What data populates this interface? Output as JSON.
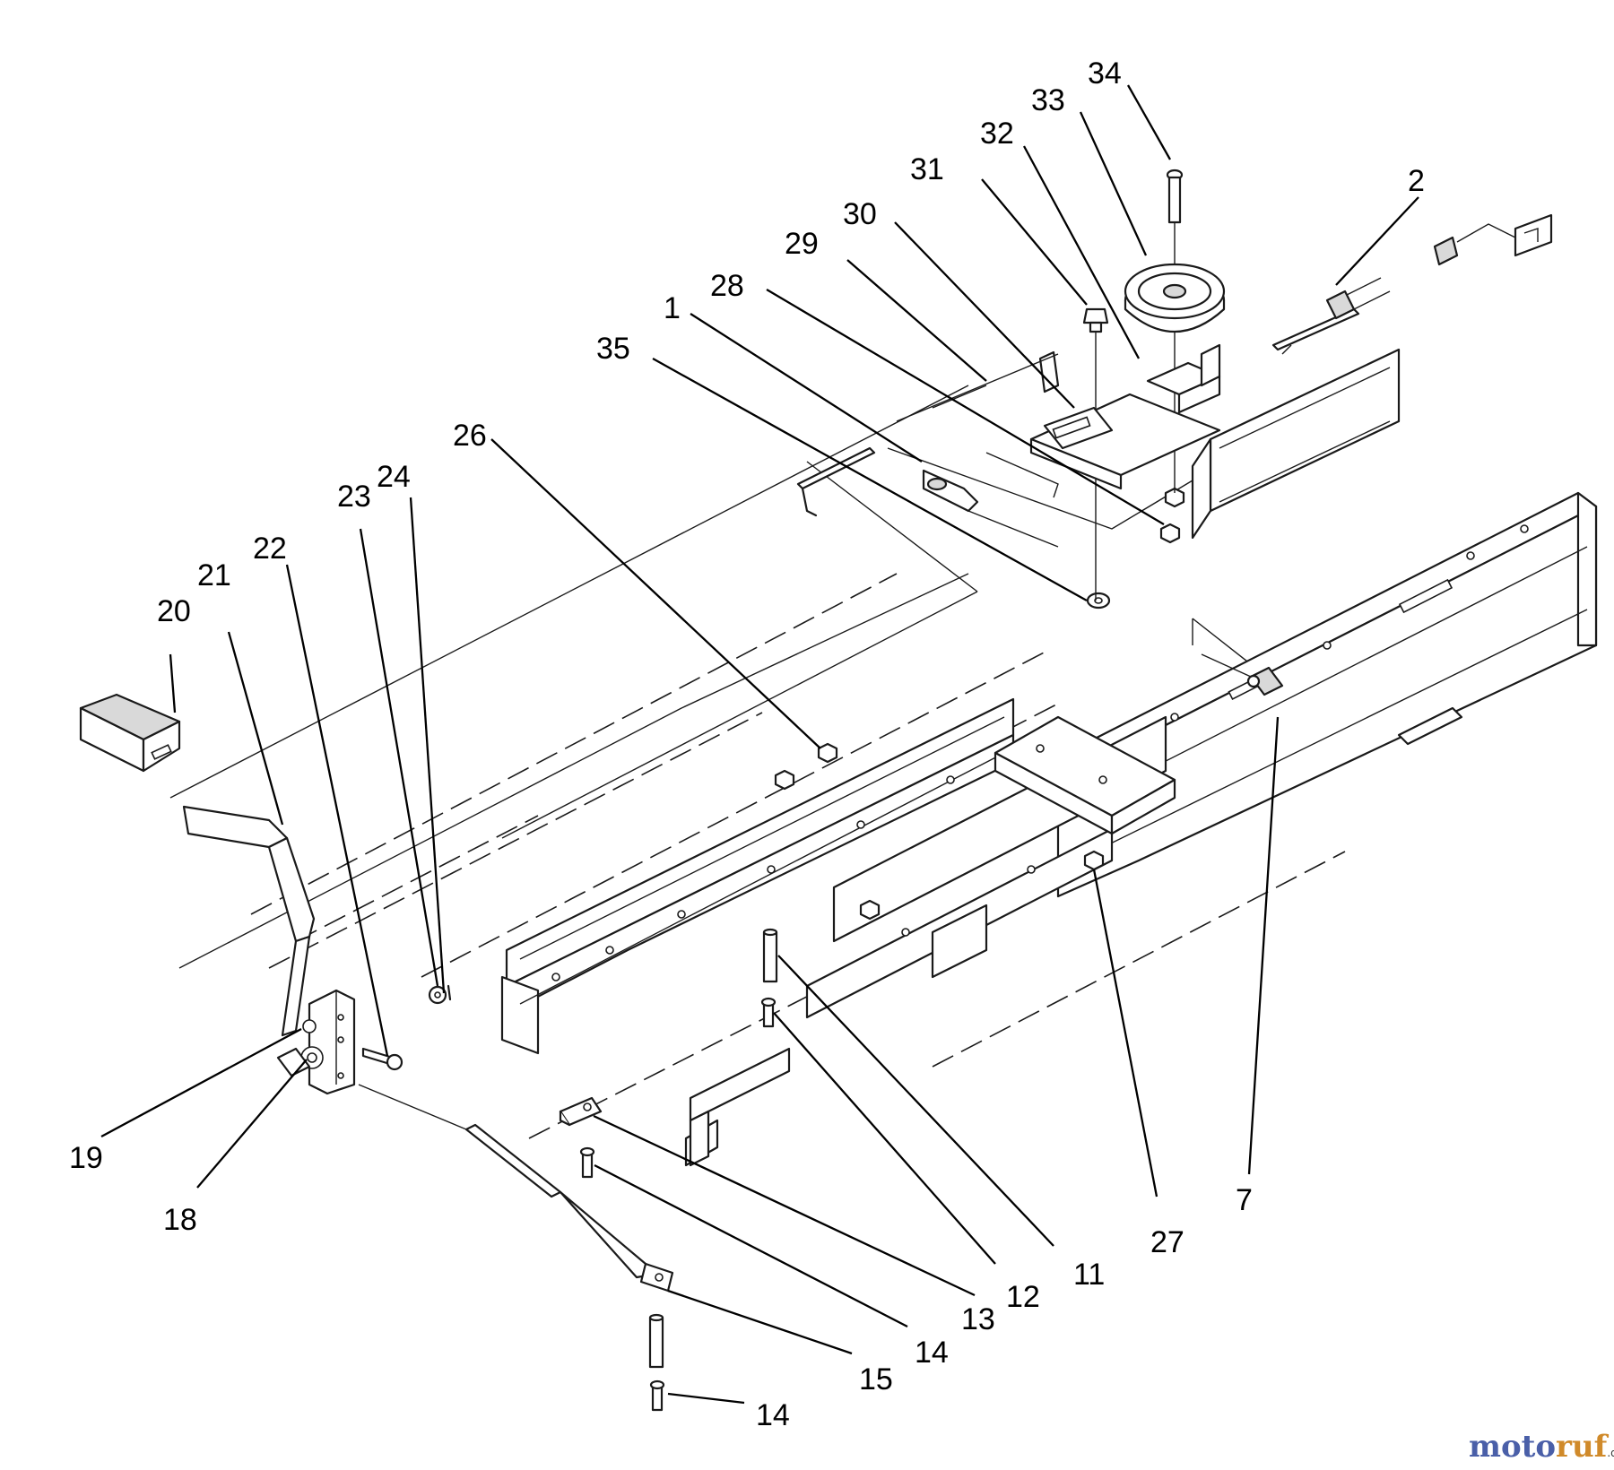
{
  "diagram": {
    "callouts": [
      "34",
      "33",
      "32",
      "31",
      "2",
      "30",
      "29",
      "28",
      "1",
      "35",
      "26",
      "24",
      "23",
      "22",
      "21",
      "20",
      "19",
      "18",
      "7",
      "27",
      "11",
      "12",
      "13",
      "14",
      "15",
      "14"
    ]
  },
  "watermark": {
    "text_main": "motoruf",
    "text_tld": ".de",
    "brand_colors": {
      "primary": "#4a5fa8",
      "accent": "#d08a2a"
    }
  }
}
